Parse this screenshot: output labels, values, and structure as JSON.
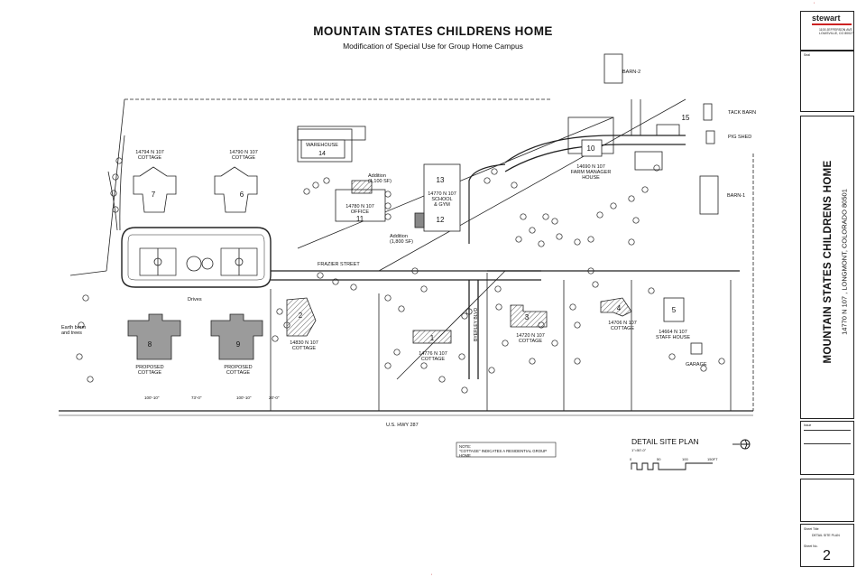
{
  "title": "MOUNTAIN STATES CHILDRENS HOME",
  "subtitle": "Modification of Special Use for Group Home Campus",
  "title_block": {
    "firm": "stewart",
    "firm_address": "1100 JEFFERSON AVE\nLOUISVILLE, CO 80027",
    "seal_label": "Seal",
    "project_name": "MOUNTAIN STATES CHILDRENS HOME",
    "project_address": "14770 N 107 , LONGMONT, COLORADO 80501",
    "issue_label": "Issue",
    "sheet_title_label": "Sheet Title",
    "sheet_title": "DETAIL SITE PLAN",
    "sheet_no_label": "Sheet No.",
    "sheet_no": "2"
  },
  "plan": {
    "detail_title": "DETAIL SITE PLAN",
    "scale_note": "1\"=50'-0\"",
    "scale_ticks": [
      "0",
      "50",
      "100",
      "150FT"
    ],
    "note": "NOTE:\n\"COTTAGE\" INDICATES A RESIDENTIAL GROUP HOME",
    "streets": {
      "frazier": "FRAZIER STREET",
      "highway": "U.S. HWY 287",
      "byerley": "BYERLEY BLVD"
    },
    "buildings": [
      {
        "num": "1",
        "label": "14776 N 107\nCOTTAGE"
      },
      {
        "num": "2",
        "label": "14830 N 107\nCOTTAGE"
      },
      {
        "num": "3",
        "label": "14720 N 107\nCOTTAGE"
      },
      {
        "num": "4",
        "label": "14706 N 107\nCOTTAGE"
      },
      {
        "num": "5",
        "label": "14664 N 107\nSTAFF HOUSE"
      },
      {
        "num": "6",
        "label": "14790 N 107\nCOTTAGE"
      },
      {
        "num": "7",
        "label": "14794 N 107\nCOTTAGE"
      },
      {
        "num": "8",
        "label": "PROPOSED\nCOTTAGE"
      },
      {
        "num": "9",
        "label": "PROPOSED\nCOTTAGE"
      },
      {
        "num": "10",
        "label": "14690 N 107\nFARM MANAGER\nHOUSE"
      },
      {
        "num": "11",
        "label": "14780 N 107\nOFFICE"
      },
      {
        "num": "12",
        "label": ""
      },
      {
        "num": "13",
        "label": "14770 N 107\nSCHOOL\n& GYM"
      },
      {
        "num": "14",
        "label": "WAREHOUSE"
      },
      {
        "num": "15",
        "label": ""
      }
    ],
    "other_labels": {
      "barn2": "BARN-2",
      "barn1": "BARN-1",
      "tack_barn": "TACK BARN",
      "pig_shed": "PIG SHED",
      "garage": "GARAGE",
      "drives": "Drives",
      "addition_office": "Addition\n(1,100 SF)",
      "addition_school": "Addition\n(1,800 SF)",
      "earth_berm": "Earth berm\nand trees"
    },
    "dimensions": [
      "100'-10\"",
      "73'-0\"",
      "100'-10\"",
      "20'-0\""
    ]
  }
}
